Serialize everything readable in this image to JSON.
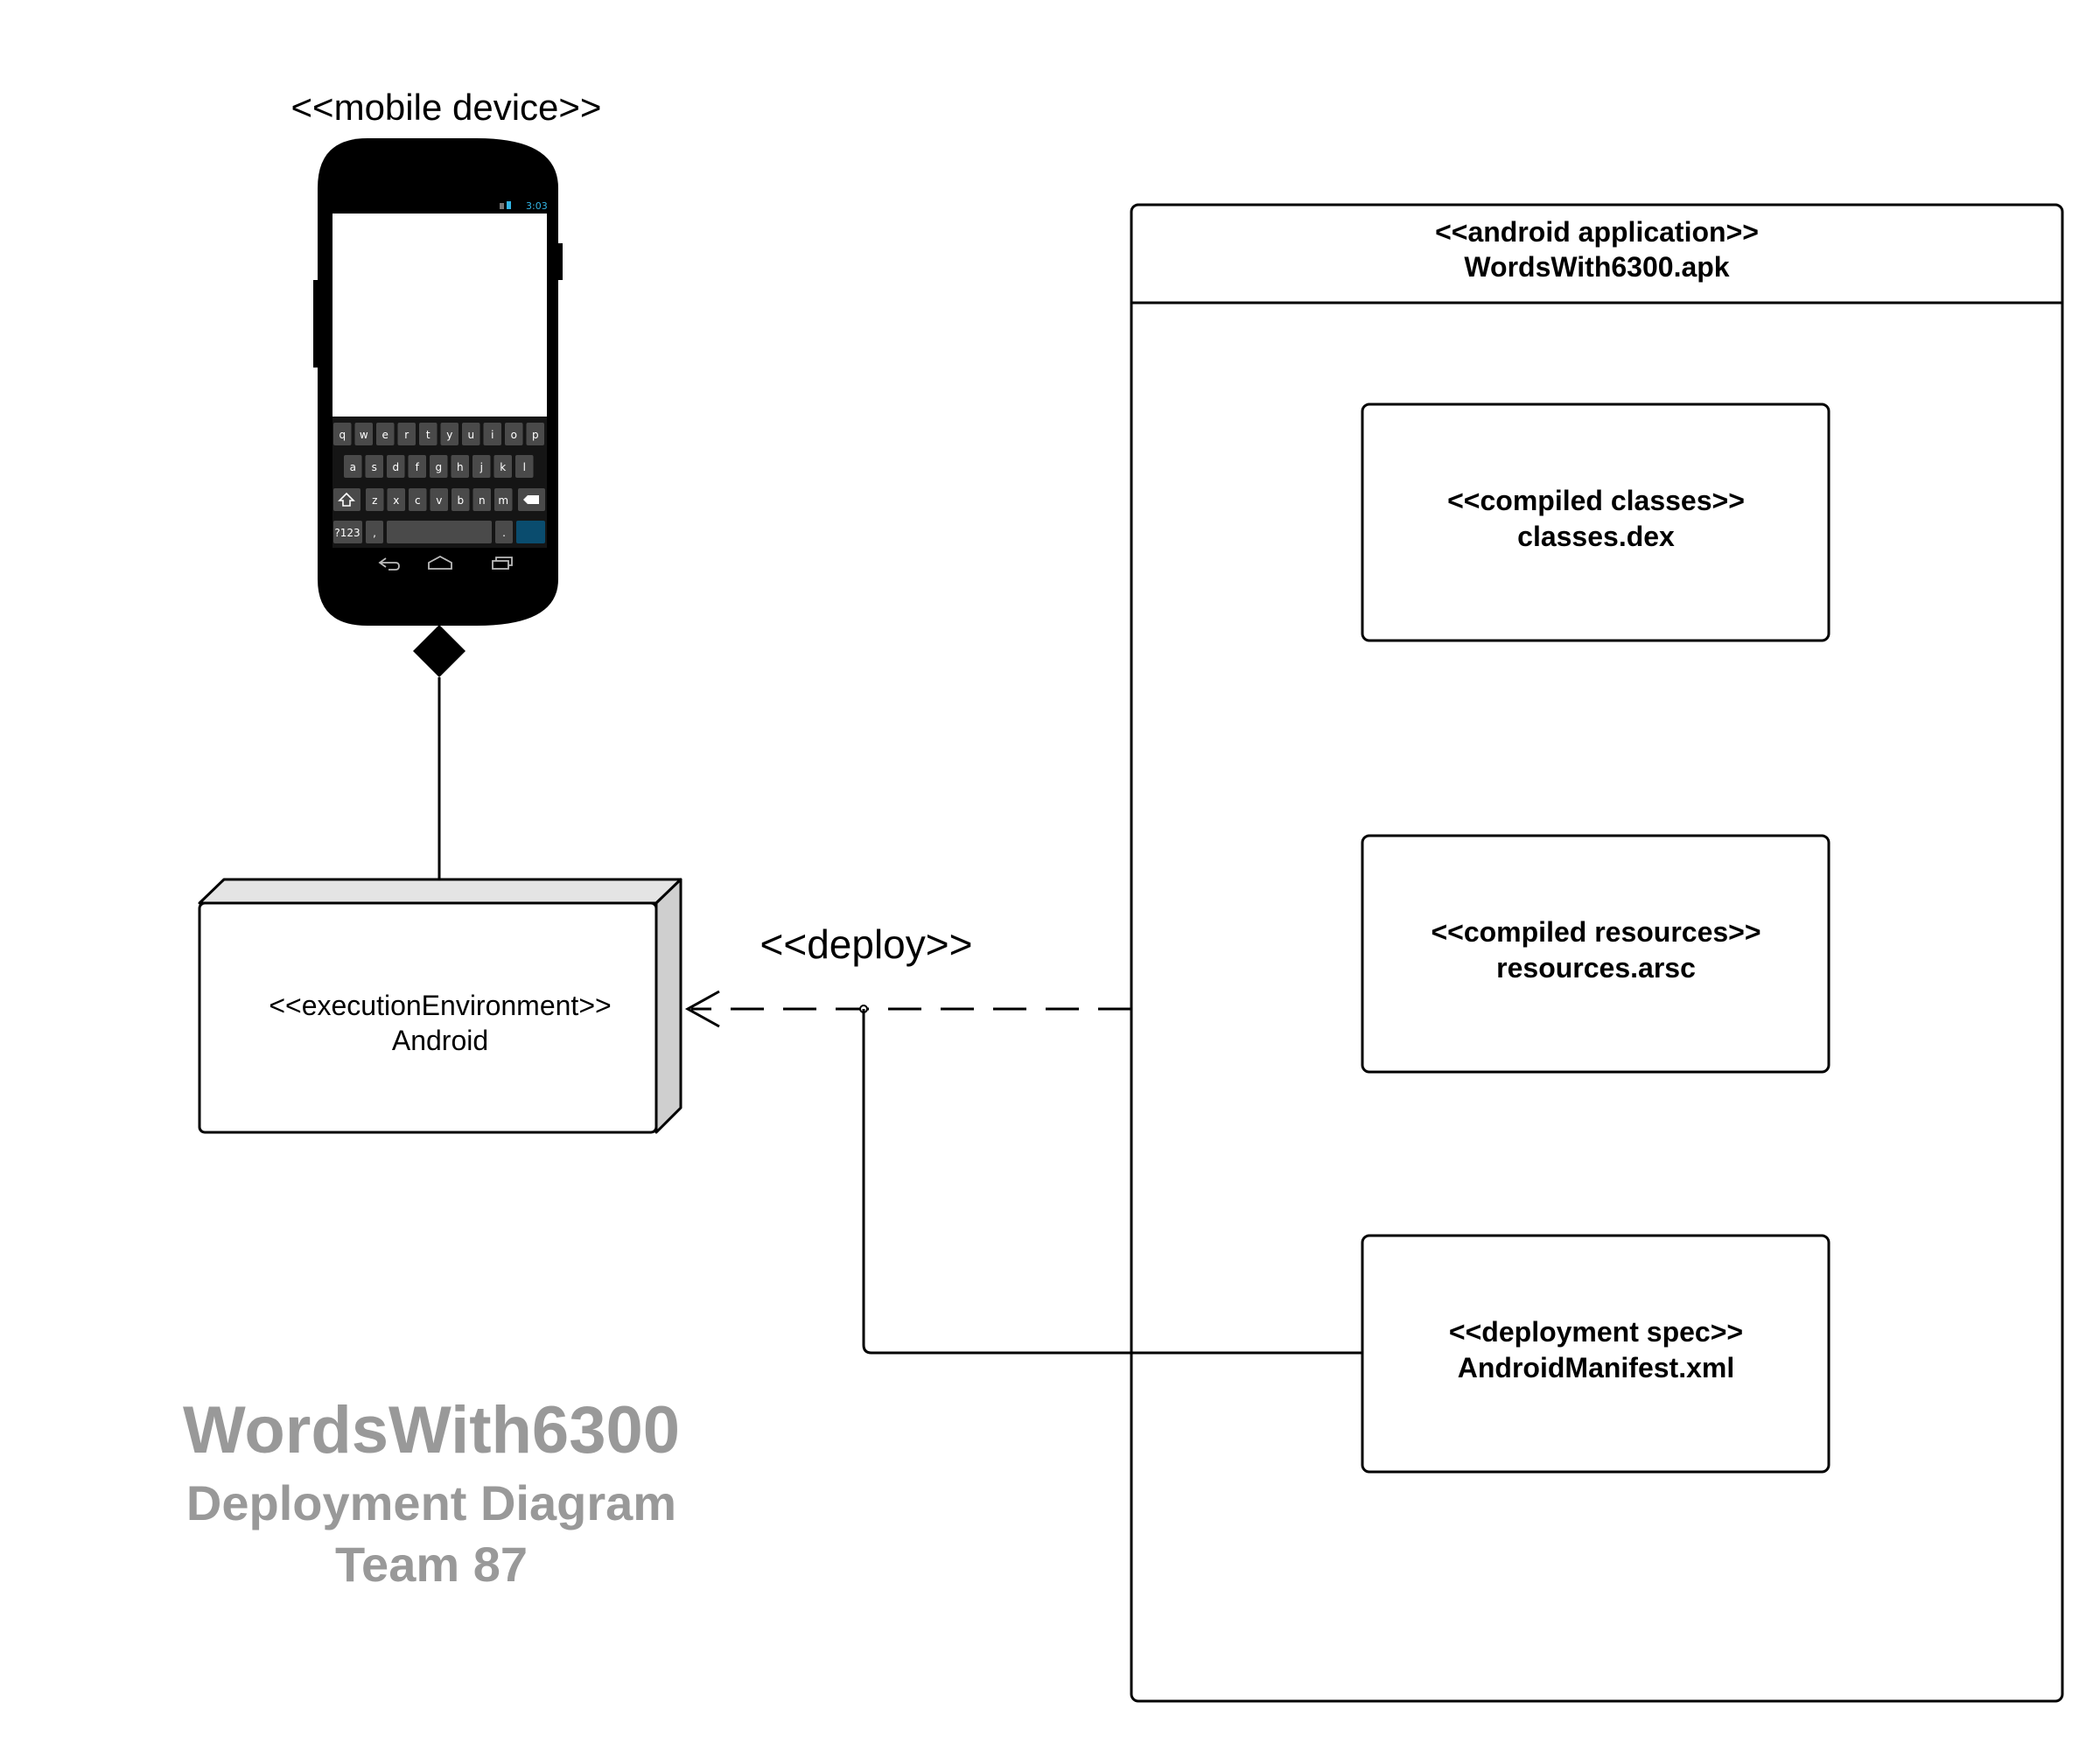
{
  "mobile_device": {
    "stereotype": "<<mobile device>>",
    "status_time": "3:03",
    "keyboard": {
      "row1": [
        "q",
        "w",
        "e",
        "r",
        "t",
        "y",
        "u",
        "i",
        "o",
        "p"
      ],
      "row2": [
        "a",
        "s",
        "d",
        "f",
        "g",
        "h",
        "j",
        "k",
        "l"
      ],
      "row3": [
        "z",
        "x",
        "c",
        "v",
        "b",
        "n",
        "m"
      ],
      "row4": [
        "?123",
        ",",
        "."
      ],
      "shift_icon": "shift-icon",
      "backspace_icon": "backspace-icon"
    },
    "nav_icons": [
      "back-icon",
      "home-icon",
      "recents-icon"
    ]
  },
  "execution_environment": {
    "stereotype": "<<executionEnvironment>>",
    "name": "Android"
  },
  "deploy_label": "<<deploy>>",
  "android_application": {
    "stereotype": "<<android application>>",
    "name": "WordsWith6300.apk",
    "artifacts": [
      {
        "stereotype": "<<compiled classes>>",
        "name": "classes.dex"
      },
      {
        "stereotype": "<<compiled resources>>",
        "name": "resources.arsc"
      },
      {
        "stereotype": "<<deployment spec>>",
        "name": "AndroidManifest.xml"
      }
    ]
  },
  "caption": {
    "title": "WordsWith6300",
    "subtitle": "Deployment Diagram",
    "team": "Team 87"
  },
  "colors": {
    "stroke": "#000000",
    "node_side": "#cfcfcf",
    "node_top": "#e4e4e4",
    "caption": "#999999",
    "phone_body": "#000000",
    "phone_key": "#4a4a4a",
    "phone_enter": "#0a4c6e",
    "status_blue": "#33b5e5"
  }
}
